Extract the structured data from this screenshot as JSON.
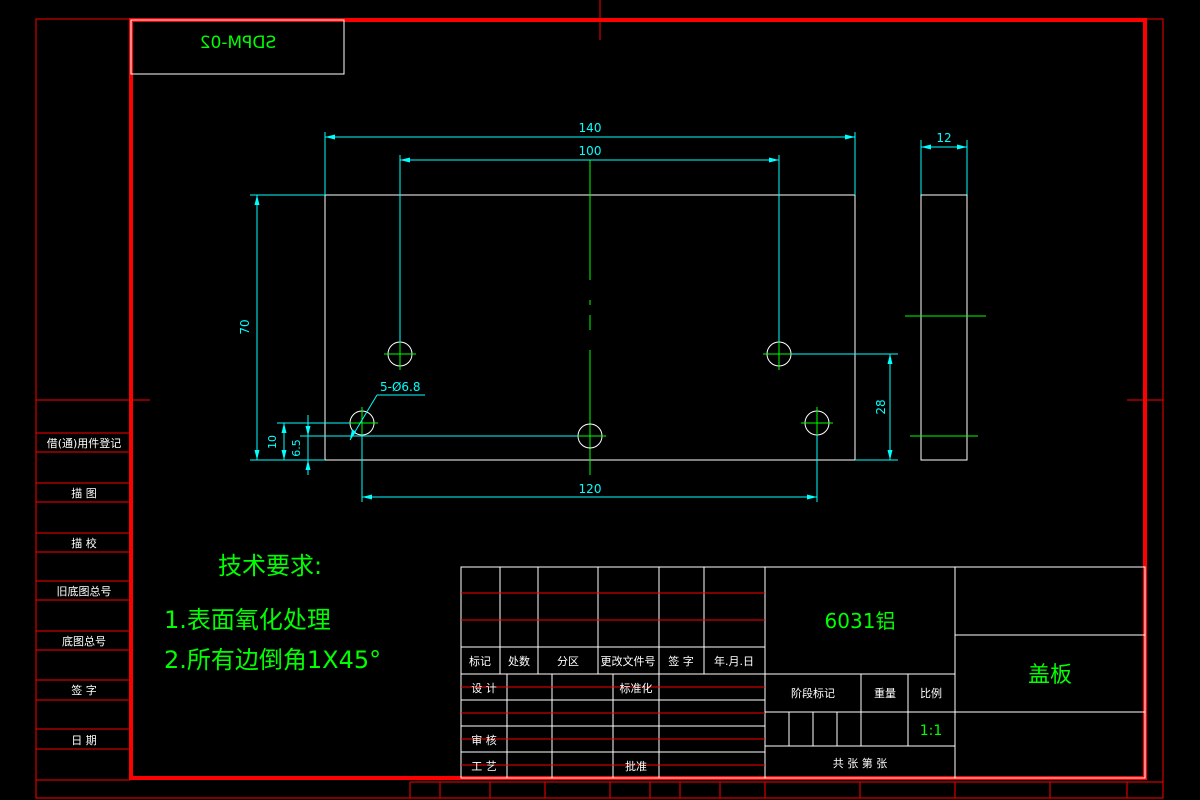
{
  "colors": {
    "background": "#000000",
    "outer_frame": "#ff0000",
    "inner_frame": "#ff0000",
    "part_outline": "#ffffff",
    "dimension": "#00ffff",
    "centerline": "#00ff00",
    "note_text": "#00ff00",
    "title_text": "#00ff00",
    "table_text": "#ffffff",
    "table_line_white": "#ffffff",
    "table_line_red": "#ff0000"
  },
  "drawing_code": "SDPM-02",
  "dimensions": {
    "width_140": "140",
    "hole_spacing_100": "100",
    "hole_spacing_120": "120",
    "height_70": "70",
    "hole_height_28": "28",
    "offset_10": "10",
    "offset_6_5": "6.5",
    "thickness_12": "12",
    "hole_callout": "5-Ø6.8"
  },
  "tech_requirements": {
    "heading": "技术要求:",
    "items": [
      "1.表面氧化处理",
      "2.所有边倒角1X45°"
    ]
  },
  "left_side_table": {
    "rows": [
      "借(通)用件登记",
      "描  图",
      "描  校",
      "旧底图总号",
      "底图总号",
      "签  字",
      "日  期"
    ]
  },
  "title_block": {
    "material": "6031铝",
    "part_name": "盖板",
    "revision_headers": [
      "标记",
      "处数",
      "分区",
      "更改文件号",
      "签 字",
      "年.月.日"
    ],
    "design_label": "设 计",
    "standardize_label": "标准化",
    "review_label": "审 核",
    "process_label": "工 艺",
    "approve_label": "批准",
    "stage_label": "阶段标记",
    "weight_label": "重量",
    "scale_label": "比例",
    "scale_value": "1:1",
    "sheet_text": "共    张   第    张"
  }
}
